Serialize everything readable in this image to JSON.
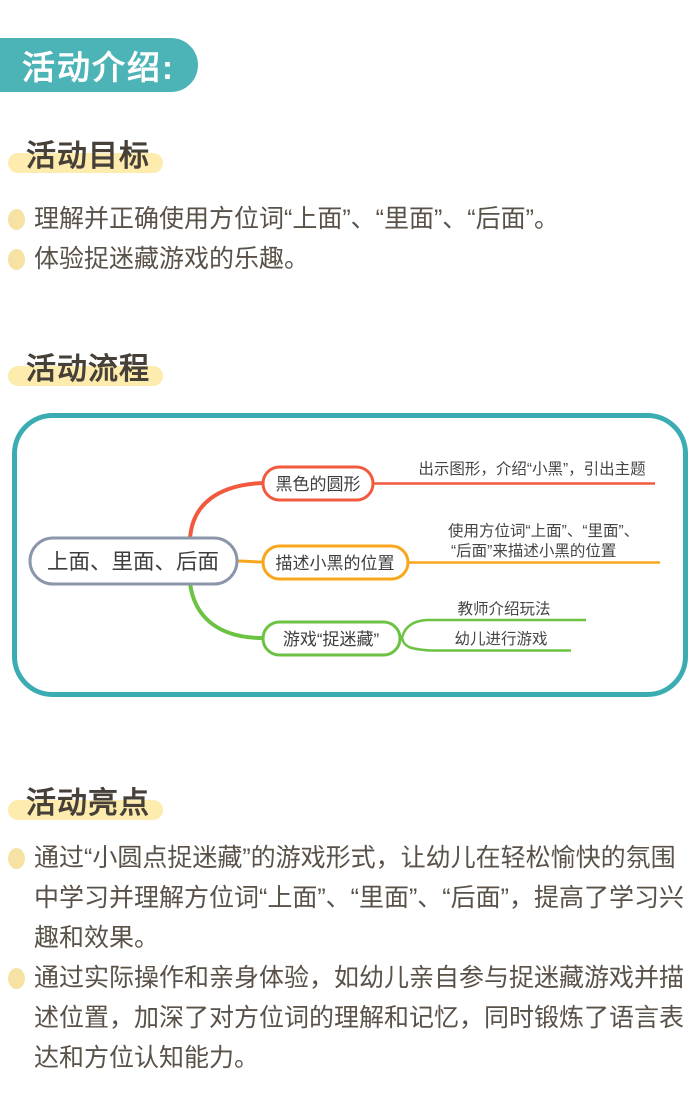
{
  "badge": {
    "label": "活动介绍:",
    "color": "#4cb3b7",
    "text_color": "#ffffff"
  },
  "goals": {
    "title": "活动目标",
    "bullets": [
      "理解并正确使用方位词“上面”、“里面”、“后面”。",
      "体验捉迷藏游戏的乐趣。"
    ]
  },
  "process": {
    "title": "活动流程"
  },
  "mindmap": {
    "frame_color": "#3aacb2",
    "root": {
      "label": "上面、里面、后面",
      "border_color": "#8c96ab"
    },
    "branches": [
      {
        "label": "黑色的圆形",
        "color": "#f15a3e",
        "note": "出示图形，介绍“小黑”，引出主题"
      },
      {
        "label": "描述小黑的位置",
        "color": "#f8a61b",
        "note_line1": "使用方位词“上面”、“里面”、",
        "note_line2": "“后面”来描述小黑的位置"
      },
      {
        "label": "游戏“捉迷藏”",
        "color": "#6cc243",
        "children": [
          "教师介绍玩法",
          "幼儿进行游戏"
        ]
      }
    ]
  },
  "highlights": {
    "title": "活动亮点",
    "bullets": [
      "通过“小圆点捉迷藏”的游戏形式，让幼儿在轻松愉快的氛围中学习并理解方位词“上面”、“里面”、“后面”，提高了学习兴趣和效果。",
      "通过实际操作和亲身体验，如幼儿亲自参与捉迷藏游戏并描述位置，加深了对方位词的理解和记忆，同时锻炼了语言表达和方位认知能力。"
    ]
  },
  "theme": {
    "highlight_yellow": "#fdecae",
    "bullet_dot_color": "#f6e2a3",
    "body_text_color": "#5a5148",
    "title_text_color": "#474038"
  }
}
